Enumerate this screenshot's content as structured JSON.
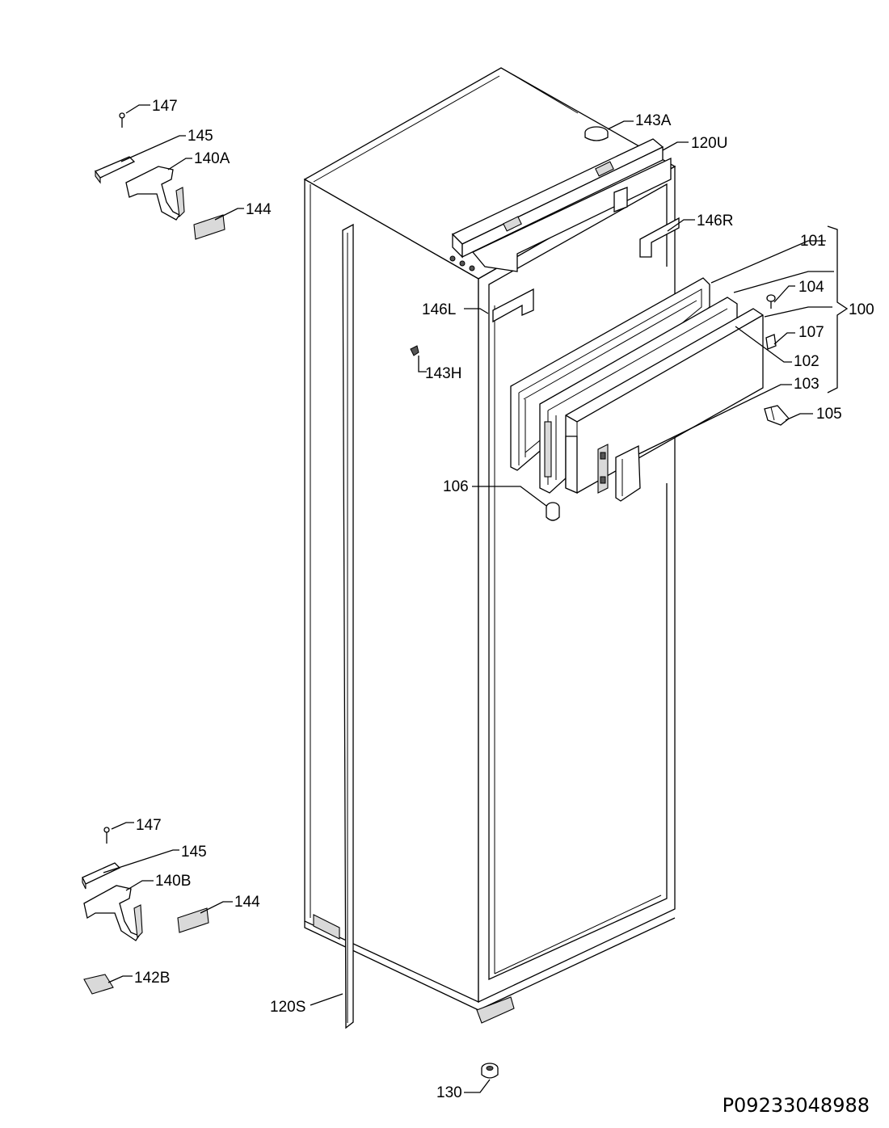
{
  "labels": {
    "p147a": "147",
    "p145a": "145",
    "p140A": "140A",
    "p144a": "144",
    "p143A": "143A",
    "p120U": "120U",
    "p146R": "146R",
    "p101": "101",
    "p104": "104",
    "p100": "100",
    "p146L": "146L",
    "p107": "107",
    "p143H": "143H",
    "p102": "102",
    "p103": "103",
    "p105": "105",
    "p106": "106",
    "p147b": "147",
    "p145b": "145",
    "p140B": "140B",
    "p144b": "144",
    "p142B": "142B",
    "p120S": "120S",
    "p130": "130"
  },
  "drawing_code": "P09233048988"
}
